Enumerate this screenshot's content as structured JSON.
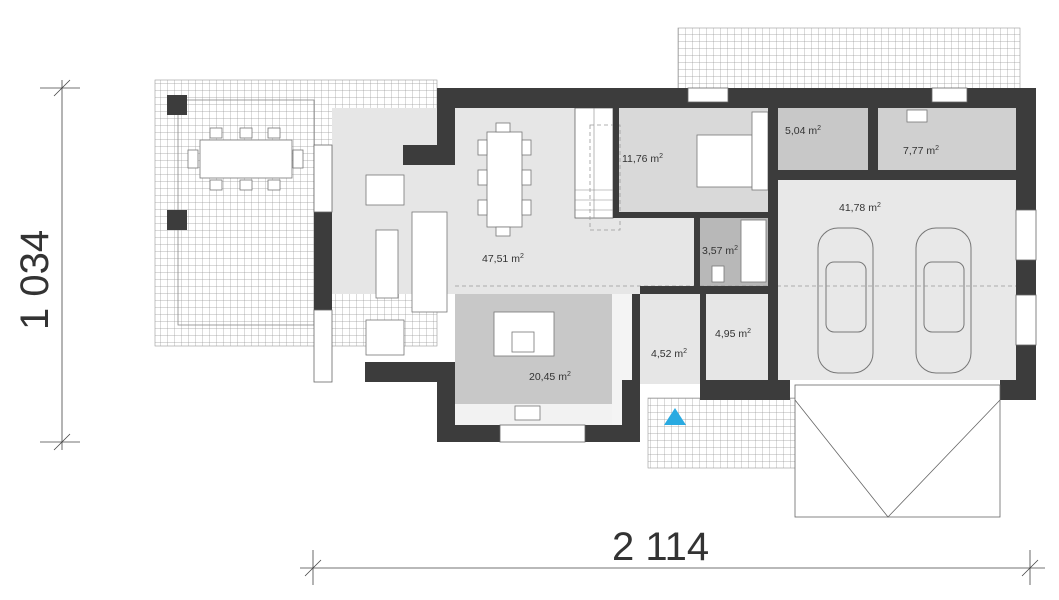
{
  "plan": {
    "rooms": [
      {
        "id": "living-dining",
        "area": "47,51",
        "unit": "m",
        "sup": "2"
      },
      {
        "id": "bedroom",
        "area": "11,76",
        "unit": "m",
        "sup": "2"
      },
      {
        "id": "storage",
        "area": "5,04",
        "unit": "m",
        "sup": "2"
      },
      {
        "id": "utility",
        "area": "7,77",
        "unit": "m",
        "sup": "2"
      },
      {
        "id": "garage",
        "area": "41,78",
        "unit": "m",
        "sup": "2"
      },
      {
        "id": "bathroom",
        "area": "3,57",
        "unit": "m",
        "sup": "2"
      },
      {
        "id": "kitchen",
        "area": "20,45",
        "unit": "m",
        "sup": "2"
      },
      {
        "id": "hall",
        "area": "4,52",
        "unit": "m",
        "sup": "2"
      },
      {
        "id": "wardrobe",
        "area": "4,95",
        "unit": "m",
        "sup": "2"
      }
    ],
    "dimensions": {
      "height": "1 034",
      "width": "2 114"
    },
    "colors": {
      "wall": "#3c3c3c",
      "entrance_marker": "#29aae1",
      "kitchen": "#c8c8c8",
      "living": "#e6e6e6"
    }
  }
}
